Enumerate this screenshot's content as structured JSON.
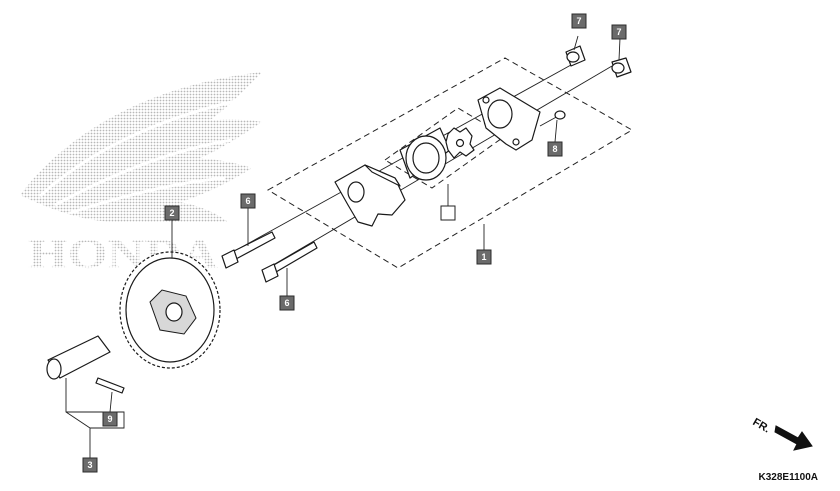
{
  "brand": {
    "wordmark": "HONDA"
  },
  "callouts": [
    {
      "id": "c1",
      "label": "1"
    },
    {
      "id": "c2",
      "label": "2"
    },
    {
      "id": "c3",
      "label": "3"
    },
    {
      "id": "c6a",
      "label": "6"
    },
    {
      "id": "c6b",
      "label": "6"
    },
    {
      "id": "c7a",
      "label": "7"
    },
    {
      "id": "c7b",
      "label": "7"
    },
    {
      "id": "c8",
      "label": "8"
    },
    {
      "id": "c9",
      "label": "9"
    },
    {
      "id": "cblank",
      "label": ""
    }
  ],
  "direction_label": "FR.",
  "diagram_code": "K328E1100A",
  "colors": {
    "callout_fill": "#6b6b6b",
    "logo_gray": "#c8c8c8"
  }
}
